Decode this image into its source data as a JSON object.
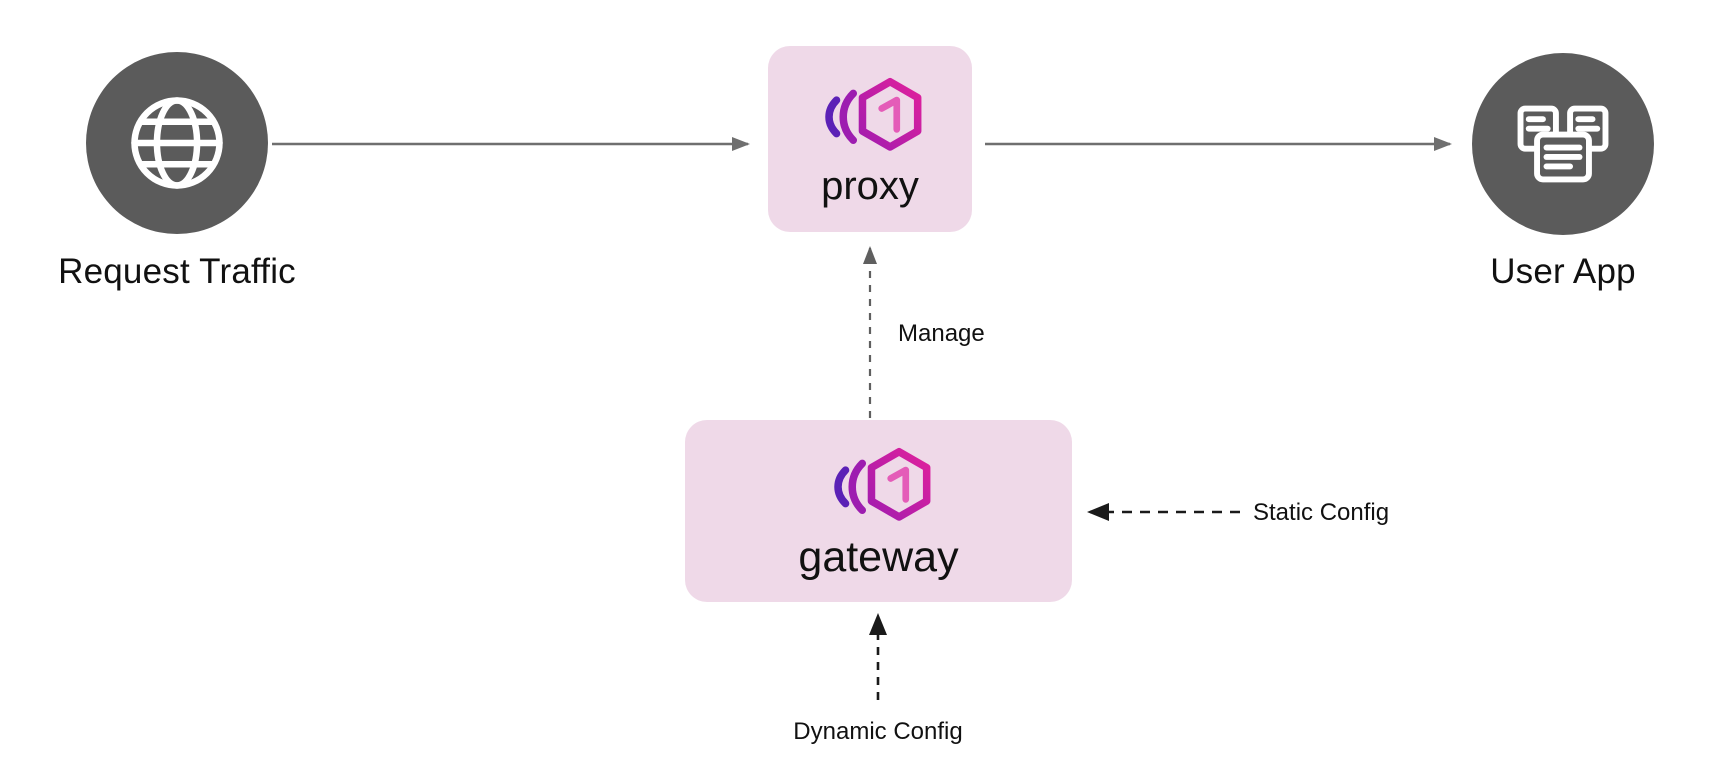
{
  "nodes": {
    "request_traffic": {
      "label": "Request Traffic",
      "icon": "globe-icon",
      "shape": "circle"
    },
    "proxy": {
      "label": "proxy",
      "icon": "traefik-logo-icon",
      "shape": "rounded-box"
    },
    "gateway": {
      "label": "gateway",
      "icon": "traefik-logo-icon",
      "shape": "rounded-box"
    },
    "user_app": {
      "label": "User App",
      "icon": "app-windows-icon",
      "shape": "circle"
    }
  },
  "edges": {
    "request_to_proxy": {
      "from": "request_traffic",
      "to": "proxy",
      "style": "solid"
    },
    "proxy_to_user_app": {
      "from": "proxy",
      "to": "user_app",
      "style": "solid"
    },
    "manage": {
      "from": "gateway",
      "to": "proxy",
      "style": "dashed",
      "label": "Manage"
    },
    "static_config": {
      "to": "gateway",
      "direction": "right-to-left",
      "style": "dashed",
      "label": "Static Config"
    },
    "dynamic_config": {
      "to": "gateway",
      "direction": "bottom-to-top",
      "style": "dashed",
      "label": "Dynamic Config"
    }
  },
  "colors": {
    "node_circle": "#5b5b5b",
    "box_background": "#efd9e8",
    "solid_arrow": "#6f6f6f",
    "dashed_arrow_gray": "#5f5f5f",
    "dashed_arrow_dark": "#1a1a1a",
    "logo_purple": "#5b21b6",
    "logo_fuchsia": "#9d1db0",
    "logo_magenta": "#d6219c",
    "label_text": "#111111"
  }
}
